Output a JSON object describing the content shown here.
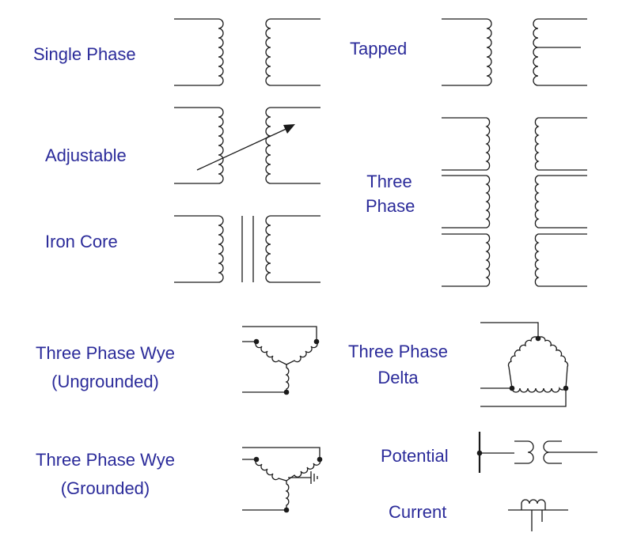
{
  "labels": {
    "single_phase": "Single Phase",
    "tapped": "Tapped",
    "adjustable": "Adjustable",
    "three_phase_line1": "Three",
    "three_phase_line2": "Phase",
    "iron_core": "Iron Core",
    "wye_ungrounded_line1": "Three Phase Wye",
    "wye_ungrounded_line2": "(Ungrounded)",
    "delta_line1": "Three Phase",
    "delta_line2": "Delta",
    "wye_grounded_line1": "Three Phase Wye",
    "wye_grounded_line2": "(Grounded)",
    "potential": "Potential",
    "current": "Current"
  },
  "colors": {
    "label_text": "#2b2b9a",
    "line": "#1a1a1a",
    "background": "#ffffff"
  }
}
